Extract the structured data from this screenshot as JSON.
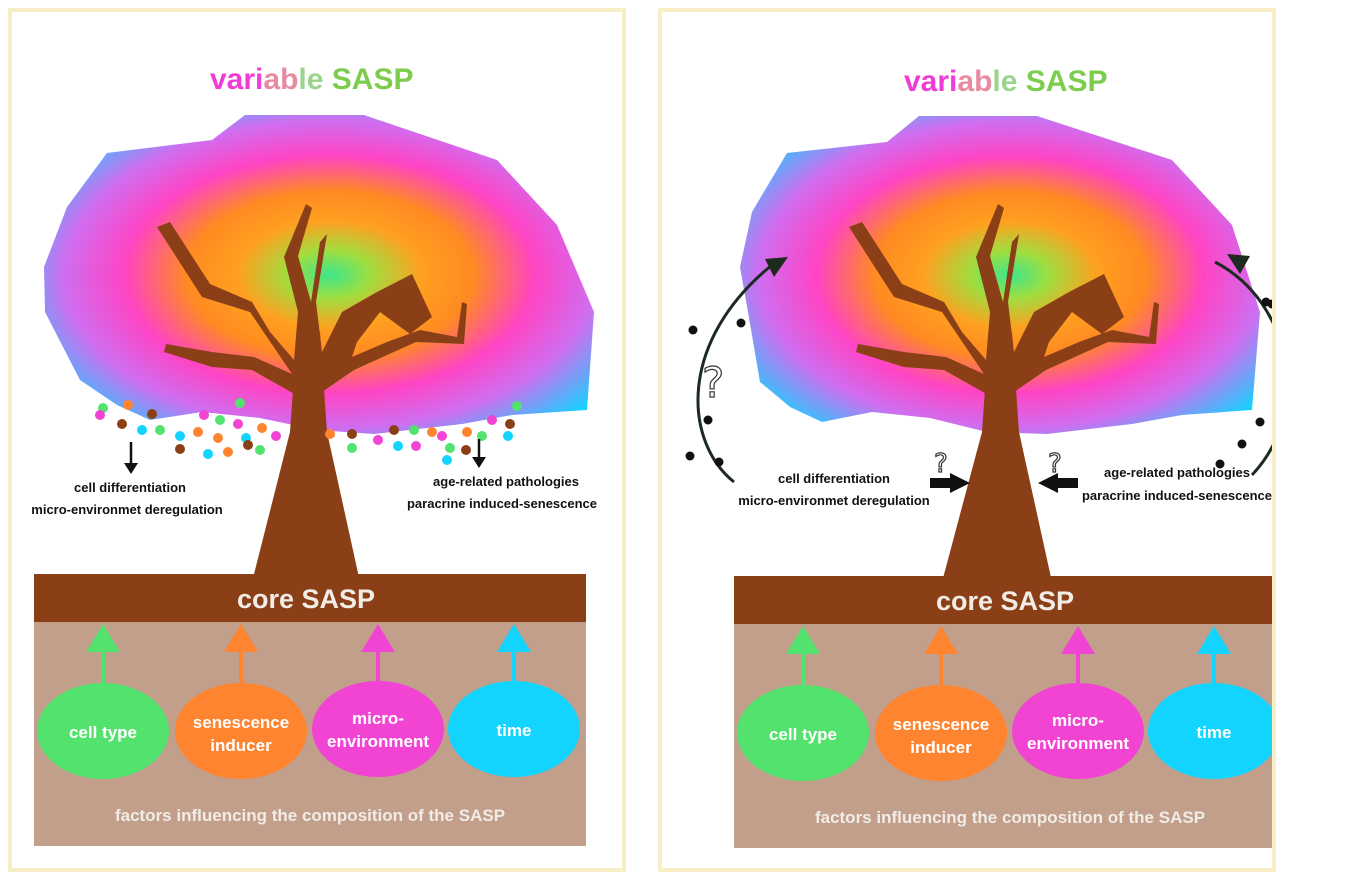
{
  "colors": {
    "green": "#54e26e",
    "orange": "#ff8430",
    "magenta": "#f244d2",
    "cyan": "#12d4ff",
    "brown": "#8b3f17",
    "soil": "#c29f8b",
    "frame": "#f7edc6",
    "gray": "#b9a59b"
  },
  "panels": [
    {
      "title_variable_parts": [
        "vari",
        "ab",
        "le"
      ],
      "title_sasp": "SASP",
      "left_labels": [
        "cell differentiation",
        "micro-environmet deregulation"
      ],
      "right_labels": [
        "age-related pathologies",
        "paracrine induced-senescence"
      ],
      "core_label": "core SASP",
      "factors": [
        {
          "lines": [
            "cell type"
          ],
          "color": "green"
        },
        {
          "lines": [
            "senescence",
            "inducer"
          ],
          "color": "orange"
        },
        {
          "lines": [
            "micro-",
            "environment"
          ],
          "color": "magenta"
        },
        {
          "lines": [
            "time"
          ],
          "color": "cyan"
        }
      ],
      "bottom_text": "factors influencing the composition of the SASP",
      "question_mark": "?"
    },
    {
      "title_variable_parts": [
        "vari",
        "ab",
        "le"
      ],
      "title_sasp": "SASP",
      "left_labels": [
        "cell differentiation",
        "micro-environmet deregulation"
      ],
      "right_labels": [
        "age-related pathologies",
        "paracrine induced-senescence"
      ],
      "core_label": "core SASP",
      "factors": [
        {
          "lines": [
            "cell type"
          ],
          "color": "green"
        },
        {
          "lines": [
            "senescence",
            "inducer"
          ],
          "color": "orange"
        },
        {
          "lines": [
            "micro-",
            "environment"
          ],
          "color": "magenta"
        },
        {
          "lines": [
            "time"
          ],
          "color": "cyan"
        }
      ],
      "bottom_text": "factors influencing the composition of the SASP",
      "question_mark": "?"
    }
  ]
}
